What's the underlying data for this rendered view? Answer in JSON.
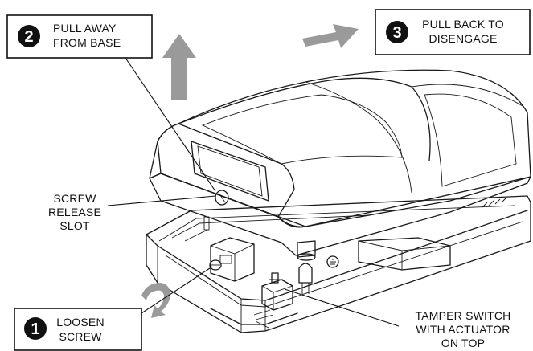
{
  "steps": [
    {
      "number": "1",
      "line1": "LOOSEN",
      "line2": "SCREW"
    },
    {
      "number": "2",
      "line1": "PULL AWAY",
      "line2": "FROM BASE"
    },
    {
      "number": "3",
      "line1": "PULL BACK TO",
      "line2": "DISENGAGE"
    }
  ],
  "callouts": {
    "screw_release": {
      "line1": "SCREW",
      "line2": "RELEASE",
      "line3": "SLOT"
    },
    "tamper_switch": {
      "line1": "TAMPER SWITCH",
      "line2": "WITH ACTUATOR",
      "line3": "ON TOP"
    }
  },
  "colors": {
    "arrow_gray": "#9a9a9a",
    "cover_shade": "#e6e6e6",
    "window_shade": "#d9d9d9",
    "ink": "#1a1a1a"
  },
  "icons": {
    "step_badge": "filled-black-circle",
    "motion_arrow": "gray-block-arrow",
    "rotate_arrow": "curved-arrow"
  }
}
